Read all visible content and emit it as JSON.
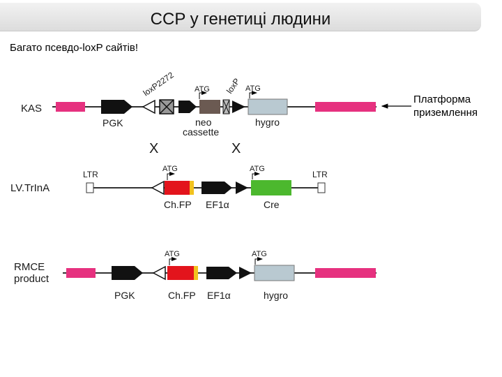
{
  "title": "CCP у генетиці людини",
  "subtitle": "Багато псевдо-loxP сайтів!",
  "annotation": [
    "Платформа",
    "приземлення"
  ],
  "rows": {
    "kas": {
      "label": "KAS",
      "loxp2272": "loxP2272",
      "loxp": "loxP",
      "atg1": "ATG",
      "atg2": "ATG",
      "pgk": "PGK",
      "neo_line1": "neo",
      "neo_line2": "cassette",
      "hygro": "hygro"
    },
    "cross1": "X",
    "cross2": "X",
    "lv": {
      "label": "LV.TrInA",
      "ltr_left": "LTR",
      "ltr_right": "LTR",
      "atg1": "ATG",
      "atg2": "ATG",
      "chfp": "Ch.FP",
      "ef1a": "EF1α",
      "cre": "Cre"
    },
    "rmce": {
      "label_line1": "RMCE",
      "label_line2": "product",
      "atg1": "ATG",
      "atg2": "ATG",
      "pgk": "PGK",
      "chfp": "Ch.FP",
      "ef1a": "EF1α",
      "hygro": "hygro"
    }
  },
  "colors": {
    "pink": "#e6317f",
    "black": "#111111",
    "neo": "#6b5a52",
    "hygro": "#b9c9d1",
    "chfp": "#e3141c",
    "chfp_tip": "#f2c21e",
    "cre": "#4cb82e"
  }
}
